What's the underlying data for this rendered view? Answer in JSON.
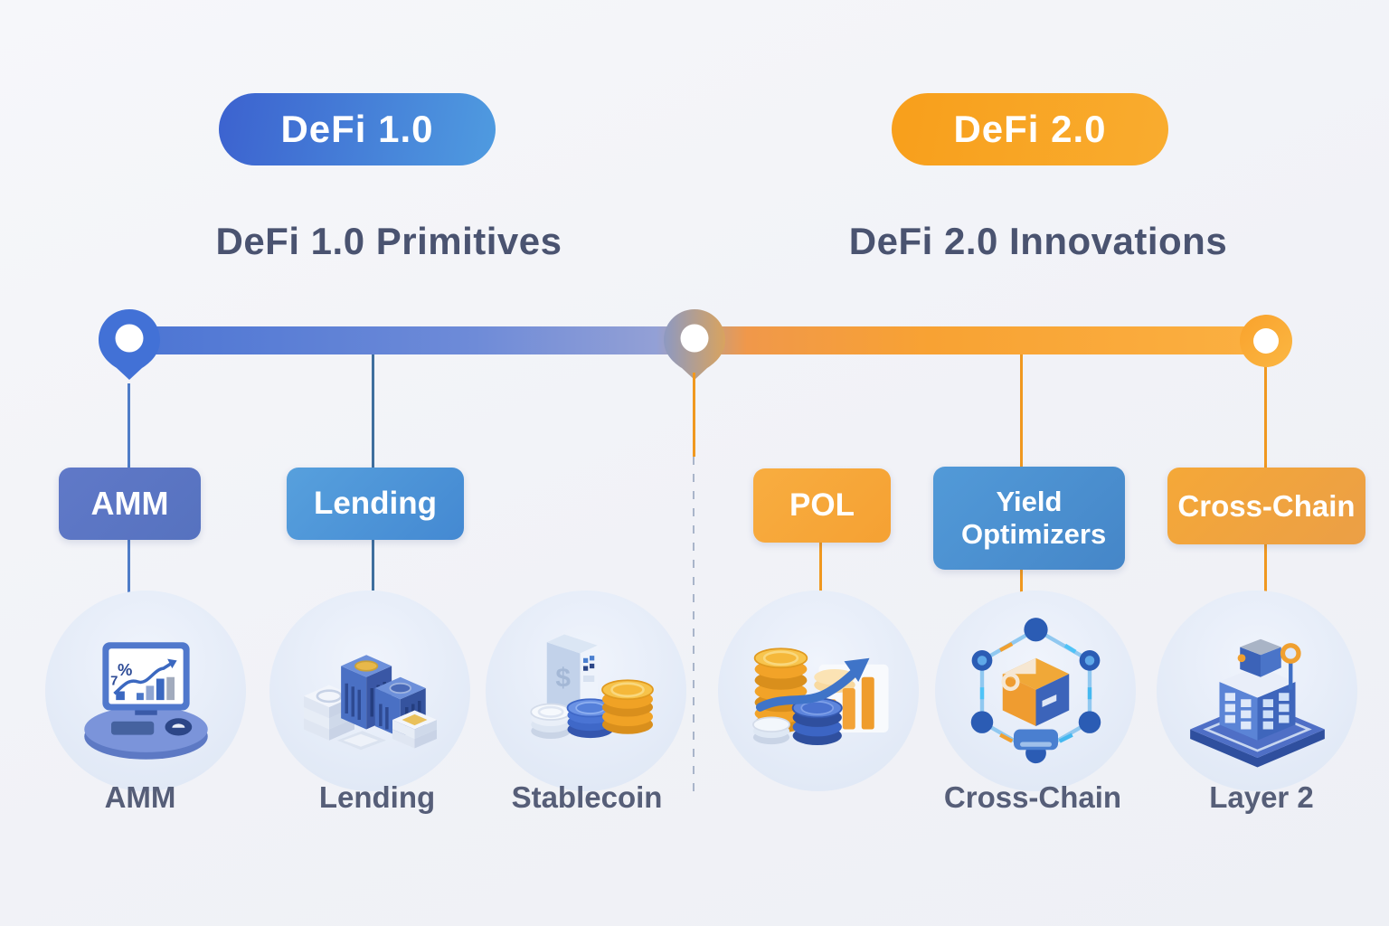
{
  "infographic": {
    "type": "timeline-comparison",
    "subject": "DeFi 1.0 vs DeFi 2.0"
  },
  "colors": {
    "background": "#f2f3f7",
    "badge_blue_start": "#3c62cf",
    "badge_blue_end": "#4f9be0",
    "badge_orange": "#f8a41f",
    "heading_text": "#4a5370",
    "caption_text": "#565e78",
    "timeline_blue": "#4c75d4",
    "timeline_orange": "#fbb041",
    "box_amm": "#5b76c4",
    "box_lending": "#4b93d8",
    "box_pol": "#f6a83d",
    "box_yield": "#4a8fd0",
    "box_cross_chain": "#f0a040"
  },
  "era1": {
    "badge_label": "DeFi 1.0",
    "title": "DeFi 1.0 Primitives",
    "boxes": [
      {
        "label": "AMM",
        "color": "#5b76c4"
      },
      {
        "label": "Lending",
        "color": "#4b93d8"
      }
    ],
    "items": [
      {
        "label": "AMM",
        "icon": "amm-analytics-laptop-icon"
      },
      {
        "label": "Lending",
        "icon": "lending-buildings-icon"
      },
      {
        "label": "Stablecoin",
        "icon": "stablecoin-coins-icon"
      }
    ]
  },
  "era2": {
    "badge_label": "DeFi 2.0",
    "title": "DeFi 2.0 Innovations",
    "boxes": [
      {
        "label": "POL",
        "color": "#f6a83d"
      },
      {
        "label": "Yield Optimizers",
        "color": "#4a8fd0"
      },
      {
        "label": "Cross-Chain",
        "color": "#f0a040"
      }
    ],
    "items": [
      {
        "label": "",
        "icon": "pol-coins-growth-icon"
      },
      {
        "label": "Cross-Chain",
        "icon": "cross-chain-network-icon"
      },
      {
        "label": "Layer 2",
        "icon": "layer2-building-icon"
      }
    ]
  }
}
